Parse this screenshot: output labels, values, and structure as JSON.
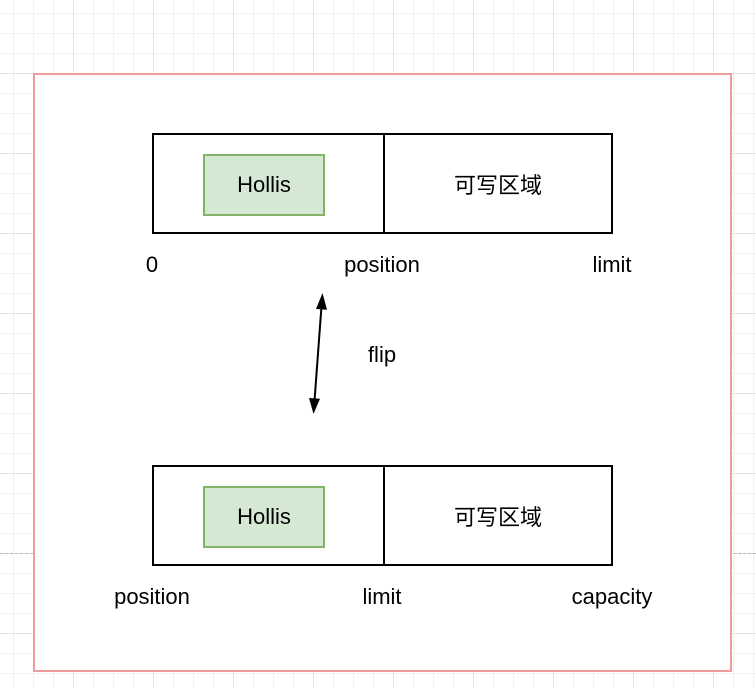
{
  "top_buffer": {
    "data_label": "Hollis",
    "free_label": "可写区域",
    "markers": [
      "0",
      "position",
      "limit"
    ]
  },
  "operation": "flip",
  "bottom_buffer": {
    "data_label": "Hollis",
    "free_label": "可写区域",
    "markers": [
      "position",
      "limit",
      "capacity"
    ]
  },
  "colors": {
    "frame_border": "#f19c9c",
    "data_fill": "#d5e8d4",
    "data_border": "#82b366"
  }
}
